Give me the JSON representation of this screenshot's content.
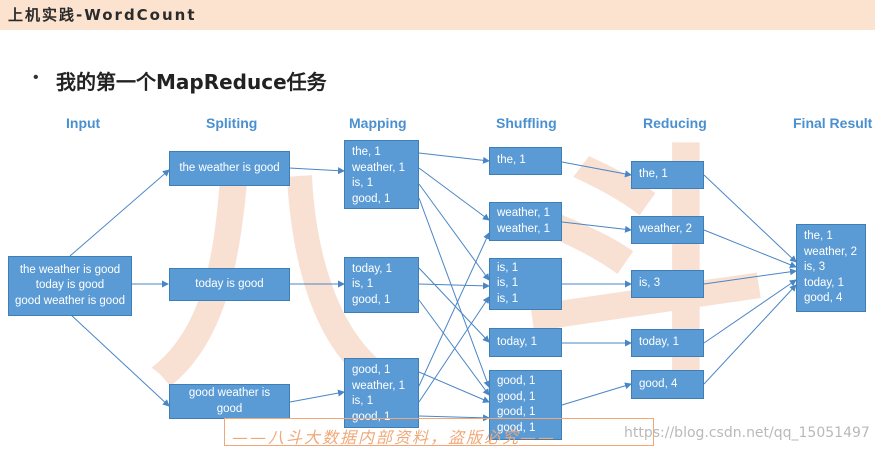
{
  "header": {
    "title": "上机实践-WordCount"
  },
  "slide": {
    "bullet": "•",
    "subtitle": "我的第一个MapReduce任务"
  },
  "watermark": {
    "char1": "八",
    "char2": "斗"
  },
  "columns": {
    "input": "Input",
    "splitting": "Spliting",
    "mapping": "Mapping",
    "shuffling": "Shuffling",
    "reducing": "Reducing",
    "final": "Final Result"
  },
  "input_box": {
    "lines": [
      "the weather is good",
      "today is good",
      "good weather is good"
    ]
  },
  "splits": [
    {
      "text": "the weather is good"
    },
    {
      "text": "today is good"
    },
    {
      "lines": [
        "good weather is",
        "good"
      ]
    }
  ],
  "maps": [
    {
      "lines": [
        "the, 1",
        "weather, 1",
        "is, 1",
        "good, 1"
      ]
    },
    {
      "lines": [
        "today, 1",
        "is, 1",
        "good, 1"
      ]
    },
    {
      "lines": [
        "good, 1",
        "weather, 1",
        "is, 1",
        "good, 1"
      ]
    }
  ],
  "shuffles": [
    {
      "lines": [
        "the, 1"
      ]
    },
    {
      "lines": [
        "weather, 1",
        "weather, 1"
      ]
    },
    {
      "lines": [
        "is, 1",
        "is, 1",
        "is, 1"
      ]
    },
    {
      "lines": [
        "today, 1"
      ]
    },
    {
      "lines": [
        "good, 1",
        "good, 1",
        "good, 1",
        "good, 1"
      ]
    }
  ],
  "reduces": [
    {
      "text": "the, 1"
    },
    {
      "text": "weather, 2"
    },
    {
      "text": "is, 3"
    },
    {
      "text": "today, 1"
    },
    {
      "text": "good, 4"
    }
  ],
  "final_box": {
    "lines": [
      "the, 1",
      "weather, 2",
      "is, 3",
      "today, 1",
      "good, 4"
    ]
  },
  "footer": {
    "banner": "——八斗大数据内部资料，盗版必究——",
    "url": "https://blog.csdn.net/qq_15051497"
  },
  "colors": {
    "box_fill": "#5b9bd5",
    "label_blue": "#4a90d0",
    "arrow": "#4a86c5",
    "header_bg": "#fbe3d0"
  }
}
